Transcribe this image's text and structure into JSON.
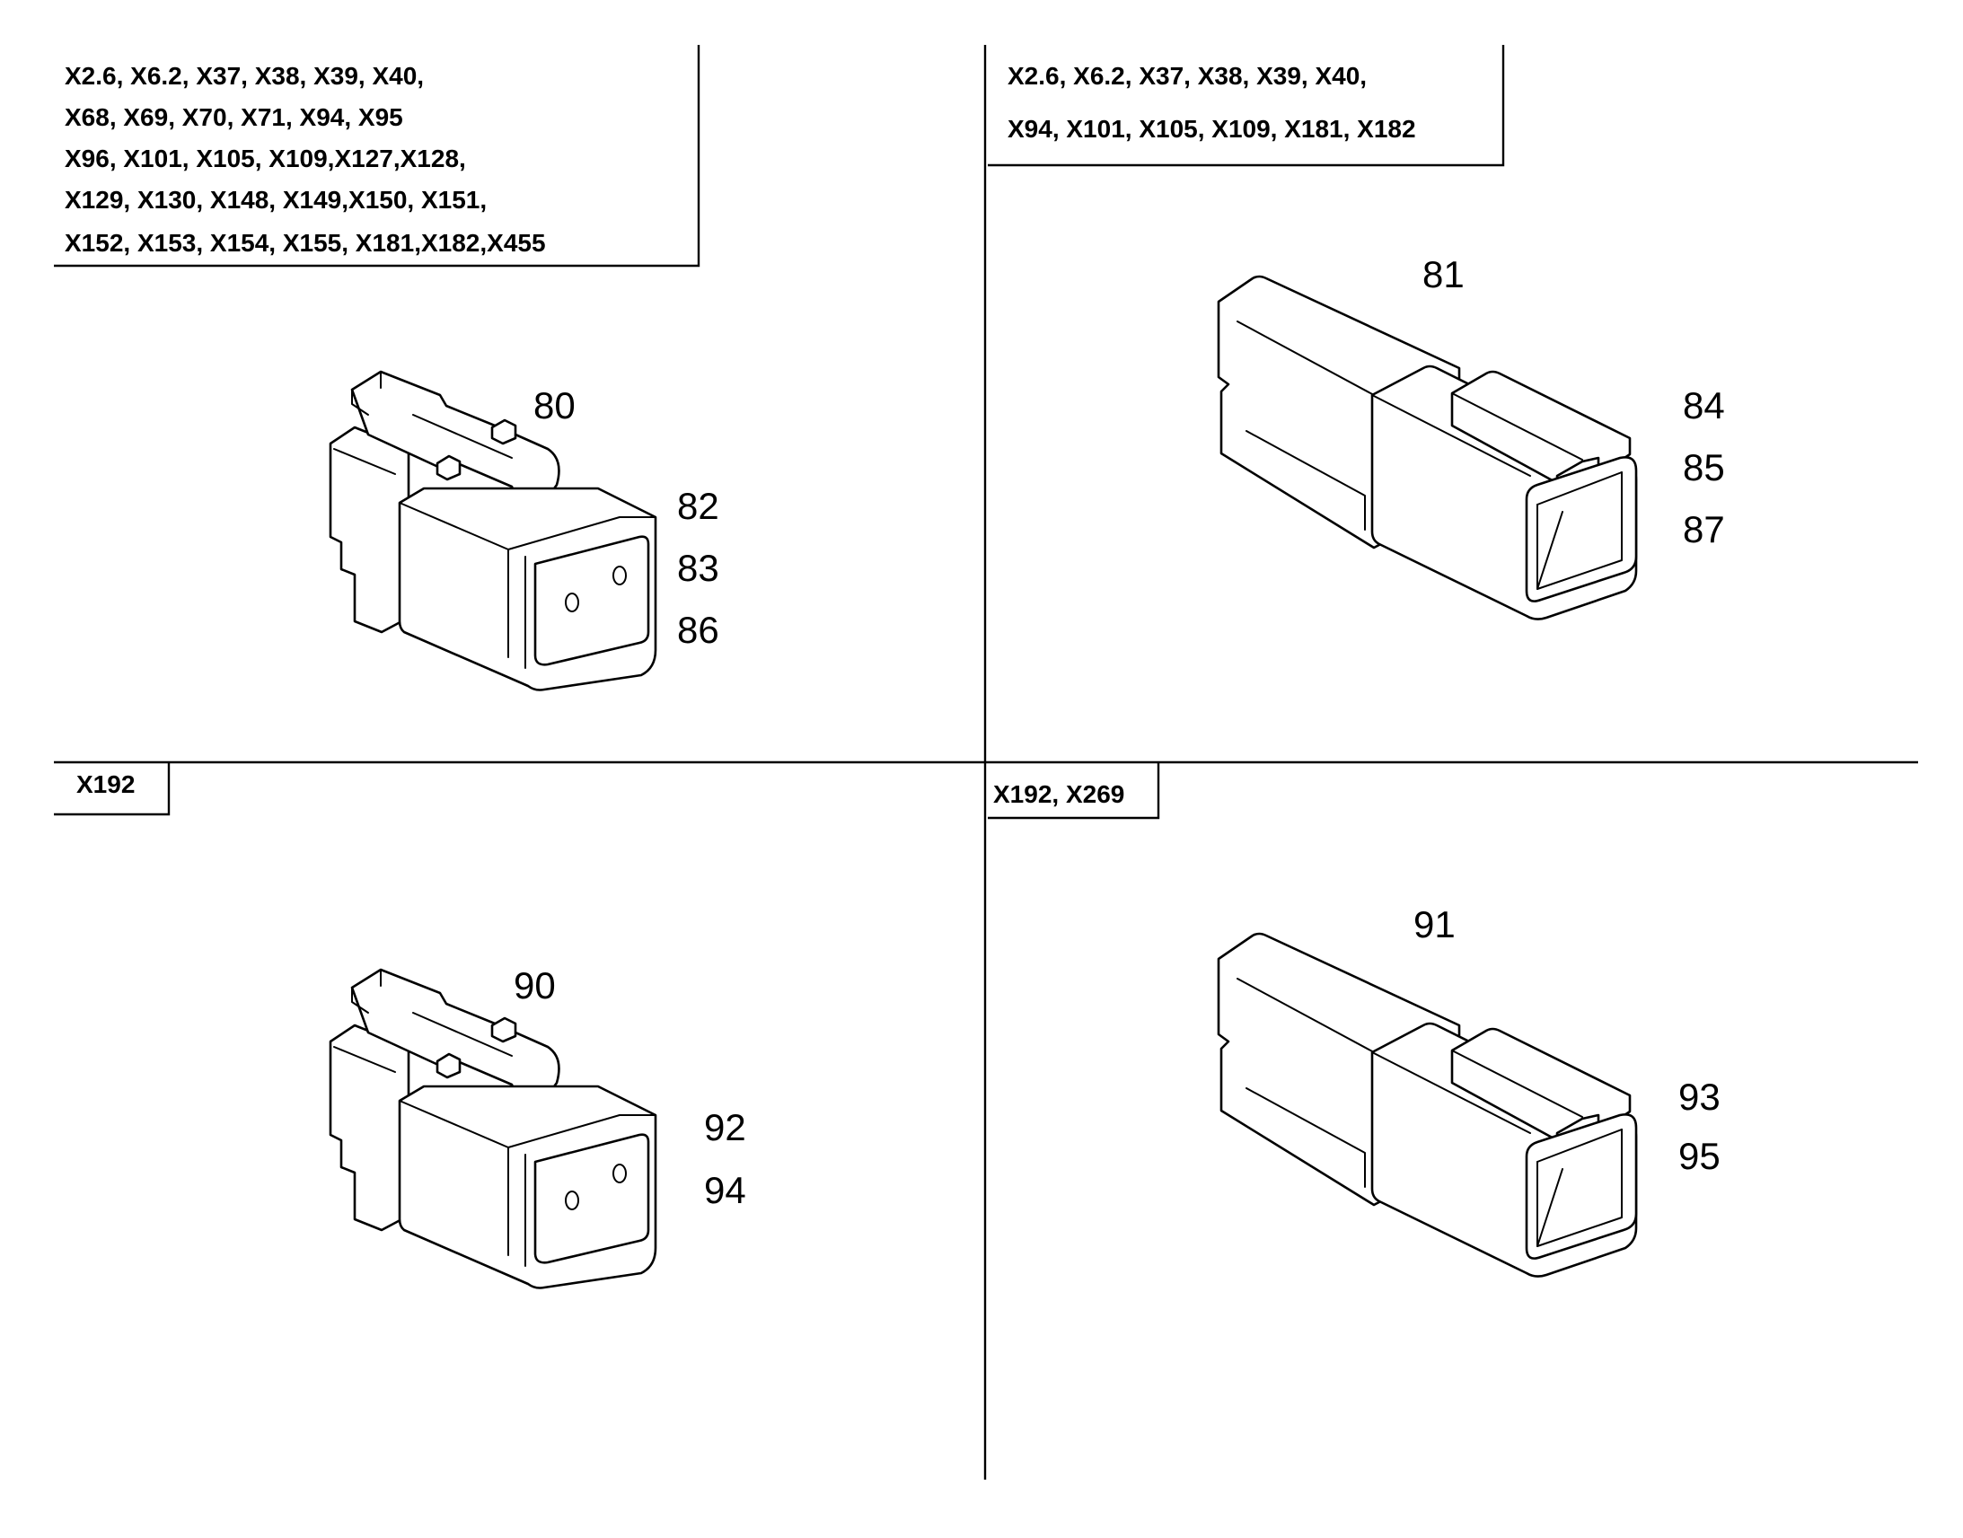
{
  "panels": {
    "top_left": {
      "label_lines": [
        "X2.6, X6.2, X37, X38, X39, X40,",
        "X68, X69, X70, X71, X94, X95",
        "X96, X101, X105, X109,X127,X128,",
        "X129, X130, X148, X149,X150, X151,",
        "X152, X153, X154, X155, X181,X182,X455"
      ],
      "callouts": {
        "top": "80",
        "side": [
          "82",
          "83",
          "86"
        ]
      }
    },
    "top_right": {
      "label_lines": [
        "X2.6, X6.2, X37, X38, X39, X40,",
        "X94, X101, X105, X109, X181, X182"
      ],
      "callouts": {
        "top": "81",
        "side": [
          "84",
          "85",
          "87"
        ]
      }
    },
    "bottom_left": {
      "label_lines": [
        "X192"
      ],
      "callouts": {
        "top": "90",
        "side": [
          "92",
          "94"
        ]
      }
    },
    "bottom_right": {
      "label_lines": [
        "X192, X269"
      ],
      "callouts": {
        "top": "91",
        "side": [
          "93",
          "95"
        ]
      }
    }
  }
}
